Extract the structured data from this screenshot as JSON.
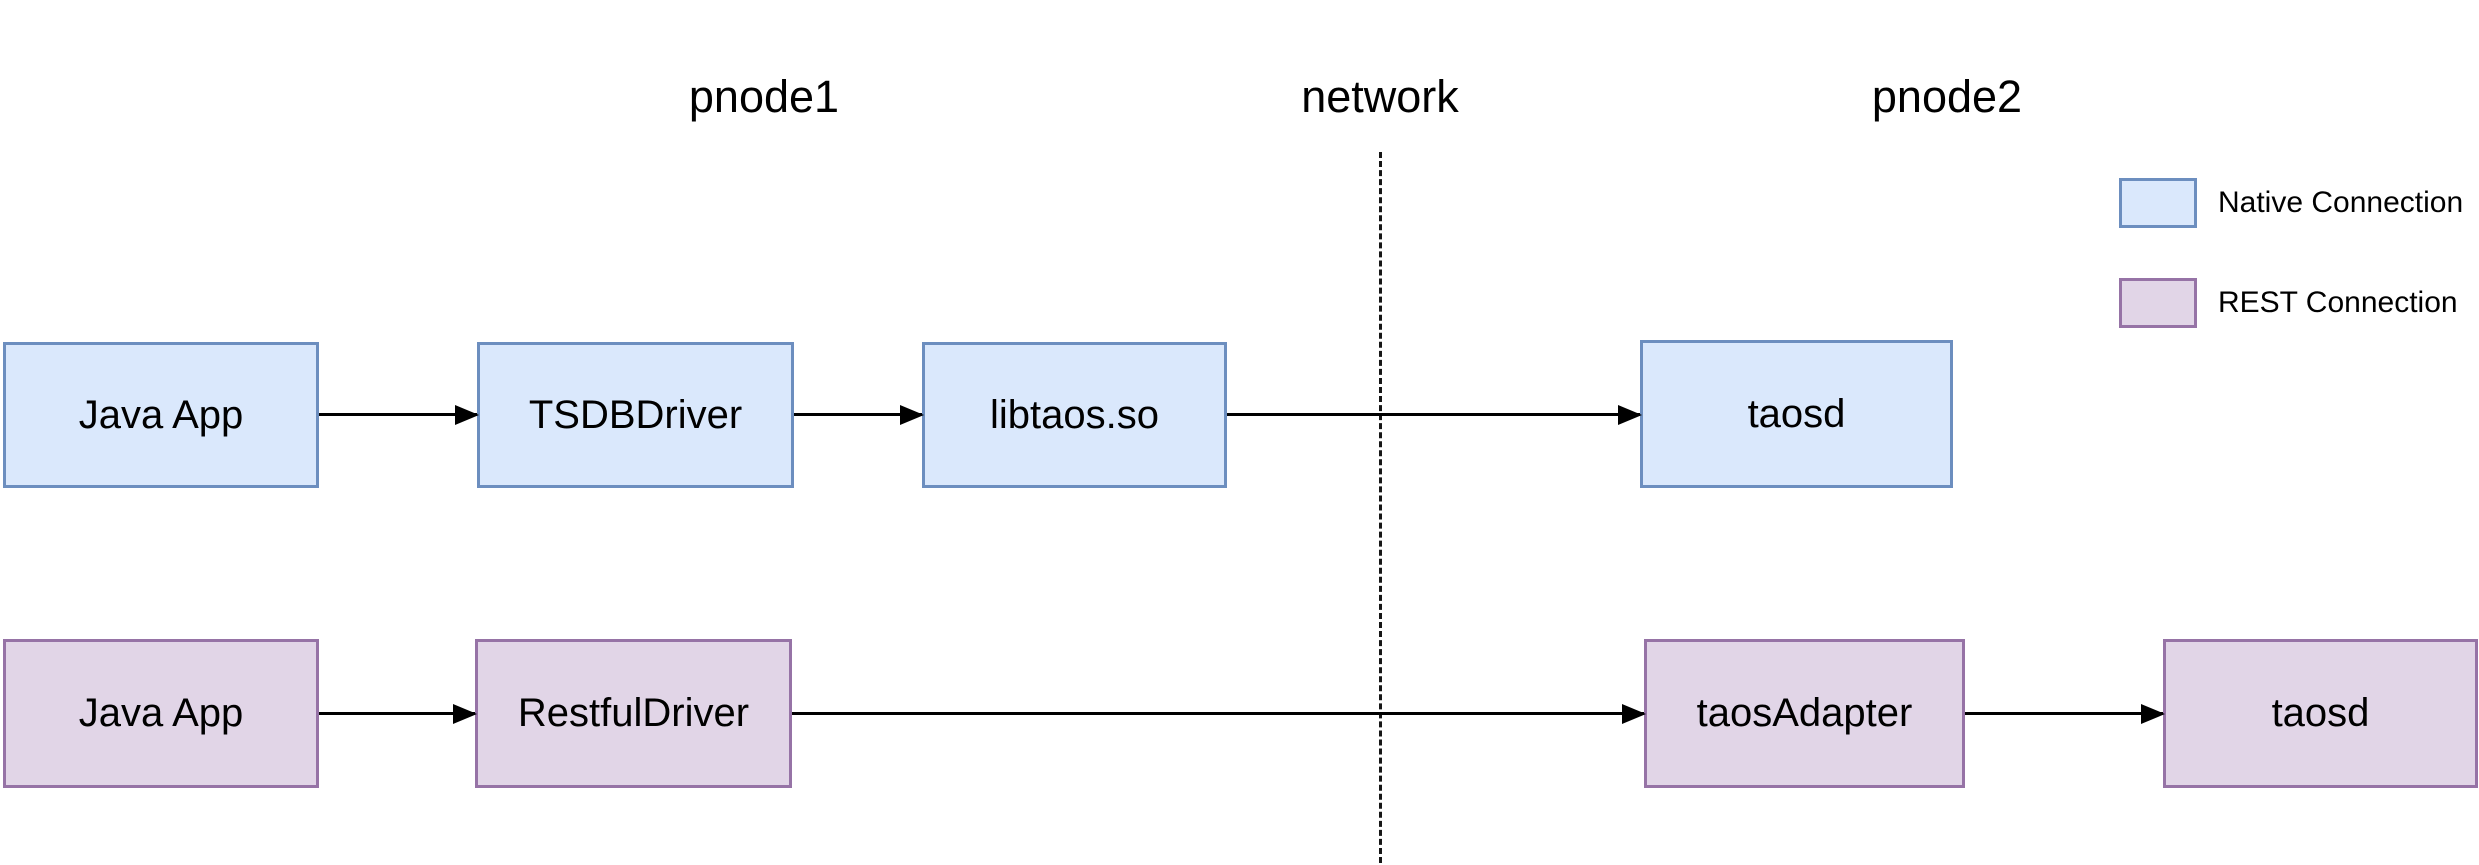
{
  "headers": {
    "pnode1": "pnode1",
    "network": "network",
    "pnode2": "pnode2"
  },
  "legend": {
    "items": [
      {
        "label": "Native Connection",
        "fill": "#dae8fc",
        "stroke": "#6c8ebf"
      },
      {
        "label": "REST Connection",
        "fill": "#e1d5e7",
        "stroke": "#9673a6"
      }
    ]
  },
  "rows": {
    "native": {
      "connection_type": "Native Connection",
      "nodes": [
        {
          "label": "Java App"
        },
        {
          "label": "TSDBDriver"
        },
        {
          "label": "libtaos.so"
        },
        {
          "label": "taosd"
        }
      ]
    },
    "rest": {
      "connection_type": "REST Connection",
      "nodes": [
        {
          "label": "Java App"
        },
        {
          "label": "RestfulDriver"
        },
        {
          "label": "taosAdapter"
        },
        {
          "label": "taosd"
        }
      ]
    }
  },
  "colors": {
    "native_fill": "#dae8fc",
    "native_stroke": "#6c8ebf",
    "rest_fill": "#e1d5e7",
    "rest_stroke": "#9673a6",
    "line": "#000000",
    "background": "#ffffff"
  }
}
